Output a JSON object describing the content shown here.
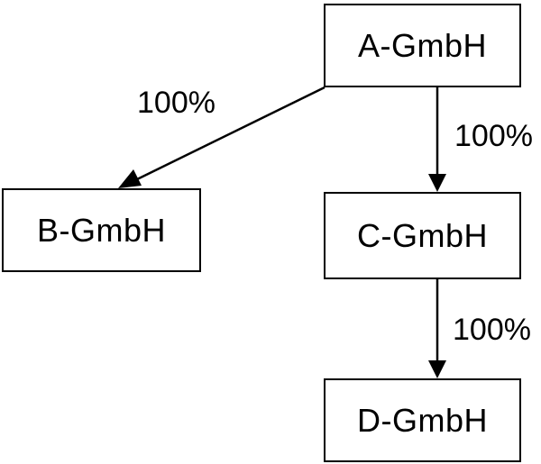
{
  "nodes": {
    "a": {
      "label": "A-GmbH"
    },
    "b": {
      "label": "B-GmbH"
    },
    "c": {
      "label": "C-GmbH"
    },
    "d": {
      "label": "D-GmbH"
    }
  },
  "edges": {
    "a_to_b": {
      "from": "A-GmbH",
      "to": "B-GmbH",
      "label": "100%"
    },
    "a_to_c": {
      "from": "A-GmbH",
      "to": "C-GmbH",
      "label": "100%"
    },
    "c_to_d": {
      "from": "C-GmbH",
      "to": "D-GmbH",
      "label": "100%"
    }
  },
  "colors": {
    "stroke": "#000000",
    "background": "#ffffff"
  }
}
